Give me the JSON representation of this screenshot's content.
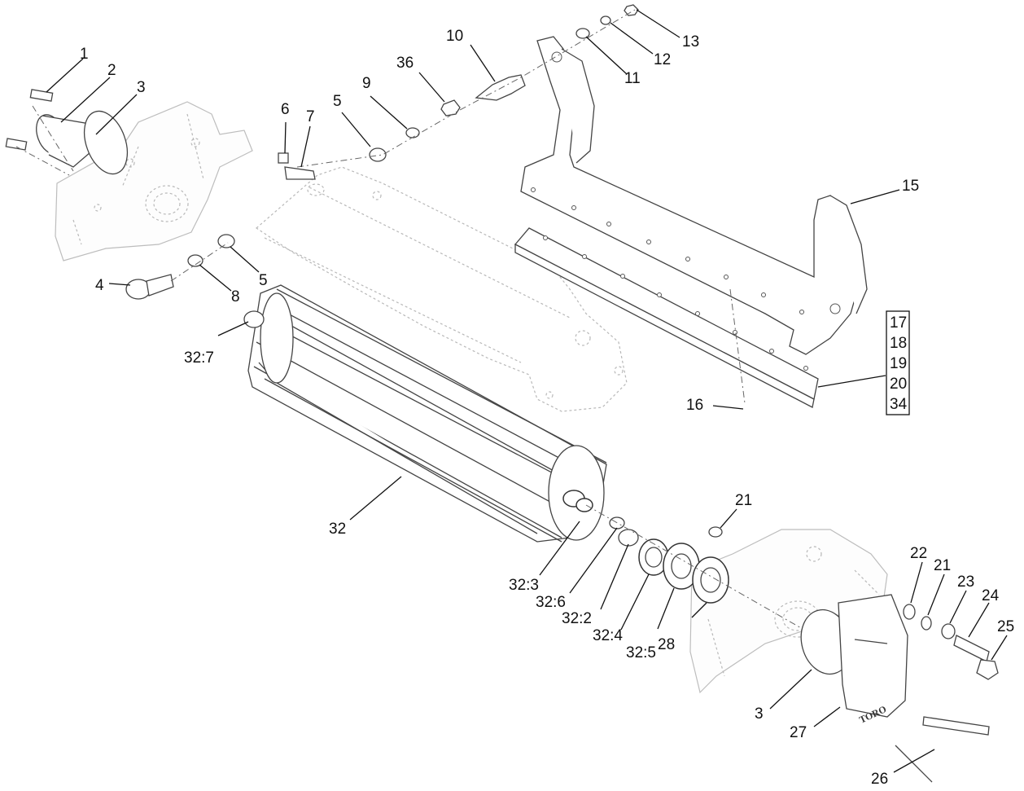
{
  "labels": {
    "l1": "1",
    "l2": "2",
    "l3": "3",
    "l3b": "3",
    "l4": "4",
    "l5a": "5",
    "l5b": "5",
    "l6": "6",
    "l7": "7",
    "l8": "8",
    "l9": "9",
    "l10": "10",
    "l11": "11",
    "l12": "12",
    "l13": "13",
    "l15": "15",
    "l16": "16",
    "l21a": "21",
    "l21b": "21",
    "l22": "22",
    "l23": "23",
    "l24": "24",
    "l25": "25",
    "l26": "26",
    "l27": "27",
    "l28": "28",
    "l32": "32",
    "l36": "36",
    "l32_2": "32:2",
    "l32_3": "32:3",
    "l32_4": "32:4",
    "l32_5": "32:5",
    "l32_6": "32:6",
    "l32_7": "32:7"
  },
  "callout_box": [
    "17",
    "18",
    "19",
    "20",
    "34"
  ],
  "logo_text": "TORO"
}
